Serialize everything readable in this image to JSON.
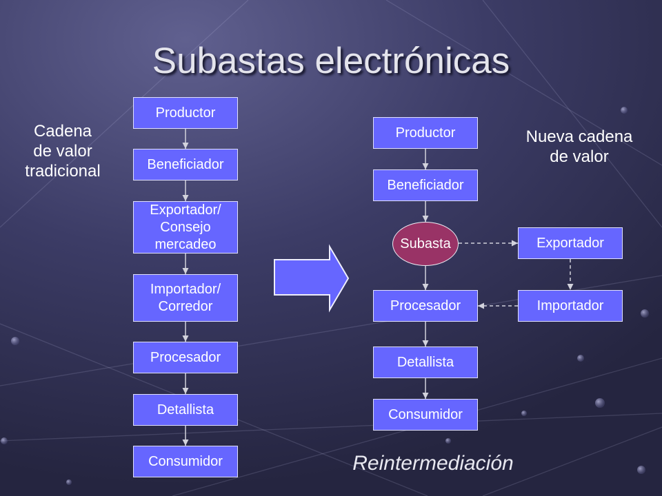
{
  "slide": {
    "title": "Subastas electrónicas",
    "caption": "Reintermediación"
  },
  "traditional_chain": {
    "label": "Cadena\nde valor\ntradicional",
    "steps": [
      "Productor",
      "Beneficiador",
      "Exportador/\nConsejo\nmercadeo",
      "Importador/\nCorredor",
      "Procesador",
      "Detallista",
      "Consumidor"
    ]
  },
  "new_chain": {
    "label": "Nueva cadena\nde valor",
    "steps": [
      "Productor",
      "Beneficiador",
      "Subasta",
      "Procesador",
      "Detallista",
      "Consumidor"
    ],
    "side_steps": [
      "Exportador",
      "Importador"
    ]
  },
  "colors": {
    "background": "#3c3c66",
    "box_fill": "#6666ff",
    "auction_fill": "#993366",
    "text": "#ffffff",
    "connector": "#d2d2dc",
    "title": "#e4e4ec"
  }
}
